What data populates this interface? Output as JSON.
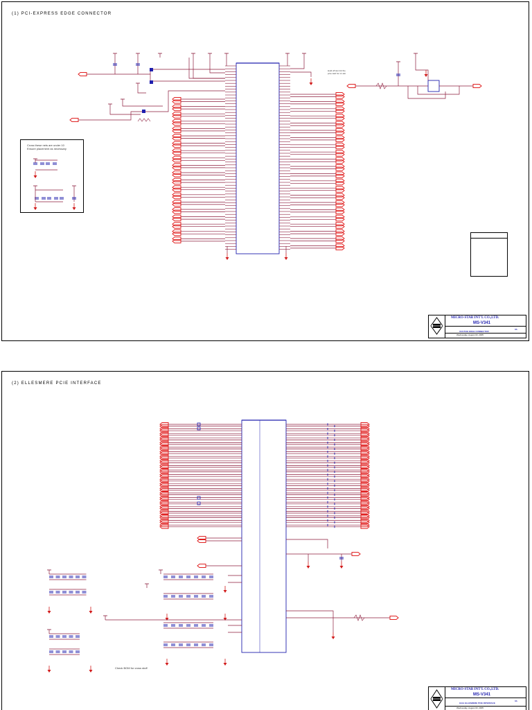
{
  "sheet1": {
    "title": "(1) PCI-EXPRESS EDGE CONNECTOR",
    "notes": {
      "box_line1": "Cross these nets are under 10",
      "box_line2": "Ensure placement as necessary",
      "right_note1": "Hold off slot 1/2 the",
      "right_note2": "pcie card for x1 slot"
    },
    "titleblock": {
      "company": "MICRO-STAR INT'L CO.,LTD.",
      "model": "MS-V341",
      "sheet_name": "X16 PCIE EDGE CONNECTOR",
      "date": "Wednesday, August 03, 2005",
      "rev": "0A"
    }
  },
  "sheet2": {
    "title": "(2) ELLESMERE PCIE INTERFACE",
    "notes": {
      "bom": "Check BOM for cross stuff"
    },
    "titleblock": {
      "company": "MICRO-STAR INT'L CO.,LTD.",
      "model": "MS-V341",
      "sheet_name": "GGG ELLESMERE PCIE INTERFACE",
      "date": "Wednesday, August 03, 2005",
      "rev": "0A"
    }
  },
  "colors": {
    "wire": "#8b1a3a",
    "connector": "#e02020",
    "ground": "#d11a1a",
    "component": "#1f1fae",
    "titleblock_text": "#1f1fae"
  }
}
